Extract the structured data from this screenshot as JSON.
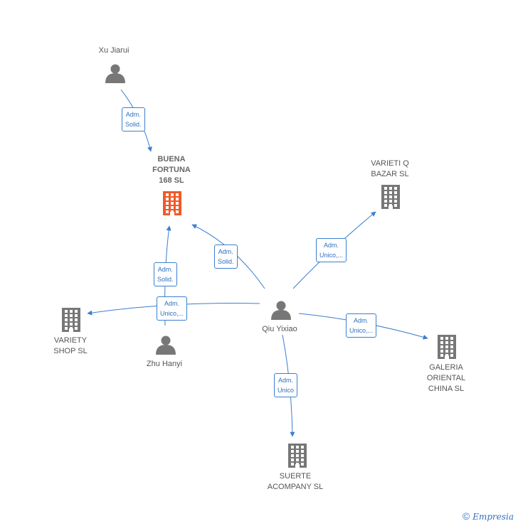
{
  "nodes": [
    {
      "id": "xu",
      "kind": "person",
      "label": [
        "Xu Jiarui"
      ]
    },
    {
      "id": "buena",
      "kind": "company",
      "main": true,
      "label": [
        "BUENA",
        "FORTUNA",
        "168  SL"
      ]
    },
    {
      "id": "varietiq",
      "kind": "company",
      "label": [
        "VARIETI Q",
        "BAZAR  SL"
      ]
    },
    {
      "id": "variety",
      "kind": "company",
      "label": [
        "VARIETY",
        "SHOP  SL"
      ]
    },
    {
      "id": "zhu",
      "kind": "person",
      "label": [
        "Zhu Hanyi"
      ]
    },
    {
      "id": "qiu",
      "kind": "person",
      "label": [
        "Qiu Yixiao"
      ]
    },
    {
      "id": "galeria",
      "kind": "company",
      "label": [
        "GALERIA",
        "ORIENTAL",
        "CHINA SL"
      ]
    },
    {
      "id": "suerte",
      "kind": "company",
      "label": [
        "SUERTE",
        "ACOMPANY SL"
      ]
    }
  ],
  "edges": [
    {
      "from": "xu",
      "to": "buena",
      "label": [
        "Adm.",
        "Solid."
      ]
    },
    {
      "from": "qiu",
      "to": "buena",
      "label": [
        "Adm.",
        "Solid."
      ]
    },
    {
      "from": "zhu",
      "to": "buena",
      "label": [
        "Adm.",
        "Solid."
      ]
    },
    {
      "from": "qiu",
      "to": "variety",
      "label": [
        "Adm.",
        "Unico,..."
      ]
    },
    {
      "from": "qiu",
      "to": "varietiq",
      "label": [
        "Adm.",
        "Unico,..."
      ]
    },
    {
      "from": "qiu",
      "to": "galeria",
      "label": [
        "Adm.",
        "Unico,..."
      ]
    },
    {
      "from": "qiu",
      "to": "suerte",
      "label": [
        "Adm.",
        "Unico"
      ]
    }
  ],
  "colors": {
    "edge": "#3a7fd0",
    "node": "#777777",
    "main_node": "#f05a28",
    "text": "#555555"
  },
  "footer": {
    "symbol": "©",
    "brand": "Empresia"
  }
}
